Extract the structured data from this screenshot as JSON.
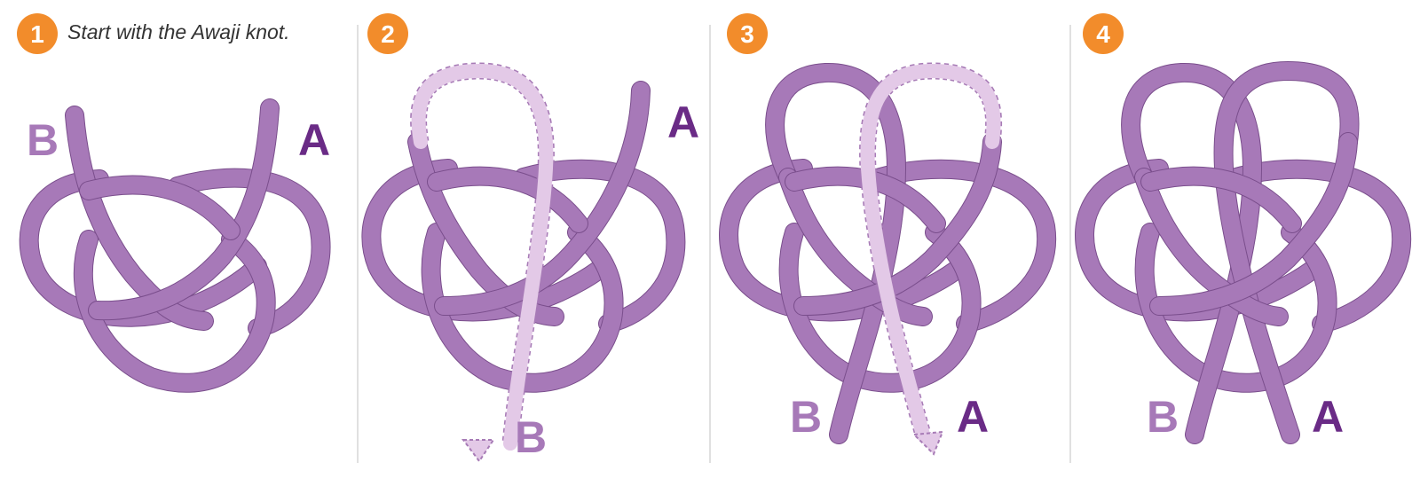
{
  "steps": [
    {
      "number": "1",
      "caption": "Start with the Awaji knot.",
      "label_a": "A",
      "label_b": "B"
    },
    {
      "number": "2",
      "caption": "",
      "label_a": "A",
      "label_b": "B"
    },
    {
      "number": "3",
      "caption": "",
      "label_a": "A",
      "label_b": "B"
    },
    {
      "number": "4",
      "caption": "",
      "label_a": "A",
      "label_b": "B"
    }
  ],
  "colors": {
    "badge": "#f28c2b",
    "cord": "#a779b8",
    "cord_outline": "#7a4e8c",
    "guide_path": "#e3c9e7",
    "label_a": "#6a2b86",
    "label_b": "#a779b8",
    "divider": "#cccccc"
  }
}
